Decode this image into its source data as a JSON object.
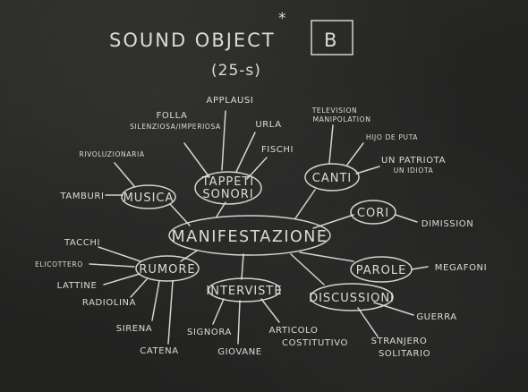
{
  "title": {
    "text": "SOUND OBJECT",
    "asterisk": "*",
    "boxed_letter": "B"
  },
  "subtitle": "(25-s)",
  "center": "MANIFESTAZIONE",
  "nodes": {
    "tappeti": [
      "TAPPETI",
      "SONORI"
    ],
    "musica": "MUSICA",
    "canti": "CANTI",
    "cori": "CORI",
    "rumore": "RUMORE",
    "interviste": "INTERVISTE",
    "parole": "PAROLE",
    "discussioni": "DISCUSSIONI"
  },
  "leaves": {
    "applausi": "APPLAUSI",
    "folla": [
      "FOLLA",
      "SILENZIOSA/IMPERIOSA"
    ],
    "urla": "URLA",
    "fischi": "FISCHI",
    "rivoluzionaria": "RIVOLUZIONARIA",
    "tamburi": "TAMBURI",
    "television": [
      "TELEVISION",
      "MANIPOLATION"
    ],
    "hijo": "HIJO DE PUTA",
    "patriota": [
      "UN PATRIOTA",
      "UN IDIOTA"
    ],
    "dimission": "DIMISSION",
    "megafoni": "MEGAFONI",
    "tacchi": "TACCHI",
    "elicottero": "ELICOTTERO",
    "lattine": "LATTINE",
    "radiolina": "RADIOLINA",
    "sirena": "SIRENA",
    "catena": "CATENA",
    "signora": "SIGNORA",
    "giovane": "GIOVANE",
    "articolo": [
      "ARTICOLO",
      "COSTITUTIVO"
    ],
    "guerra": "GUERRA",
    "straniero": [
      "STRANJERO",
      "SOLITARIO"
    ]
  }
}
